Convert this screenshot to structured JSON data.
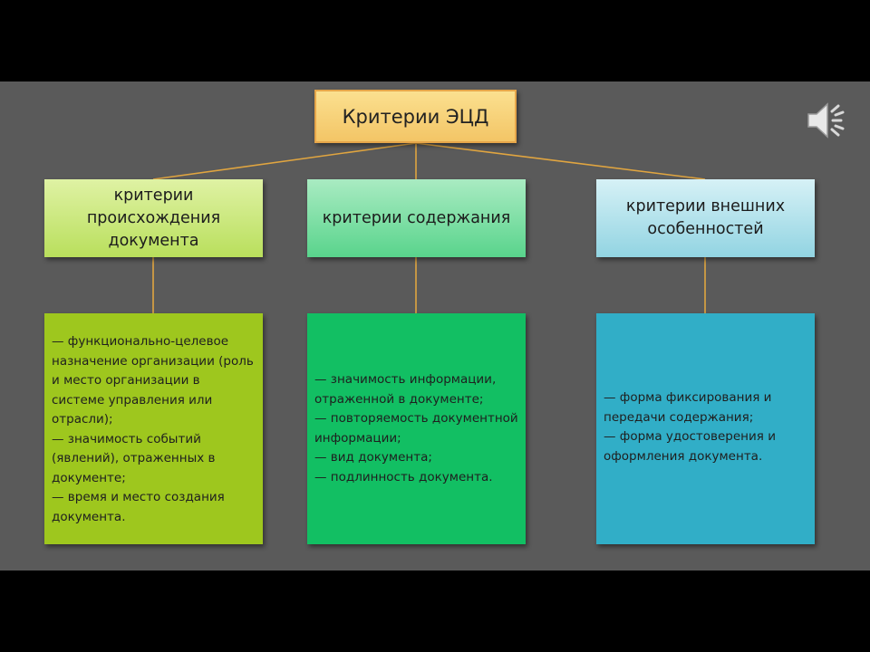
{
  "diagram": {
    "title": "Критерии ЭЦД",
    "columns": [
      {
        "heading": "критерии происхождения документа",
        "items": [
          "— функционально-целевое назначение организации (роль и место организации в системе управления или отрасли);",
          "— значимость событий (явлений), отраженных в документе;",
          "— время и место создания документа."
        ]
      },
      {
        "heading": "критерии содержания",
        "items": [
          "— значимость информации, отраженной в документе;",
          "— повторяемость документной информации;",
          "— вид документа;",
          "— подлинность документа."
        ]
      },
      {
        "heading": "критерии внешних особенностей",
        "items": [
          "— форма фиксирования и передачи содержания;",
          "— форма удостоверения и оформления документа."
        ]
      }
    ]
  },
  "colors": {
    "slide_bg": "#5a5a5a",
    "title_fill": "#f6cc70",
    "green": "#9ec71e",
    "teal": "#12bf63",
    "blue": "#31aec7",
    "connector": "#e0a540"
  },
  "icons": {
    "audio": "speaker-icon"
  }
}
